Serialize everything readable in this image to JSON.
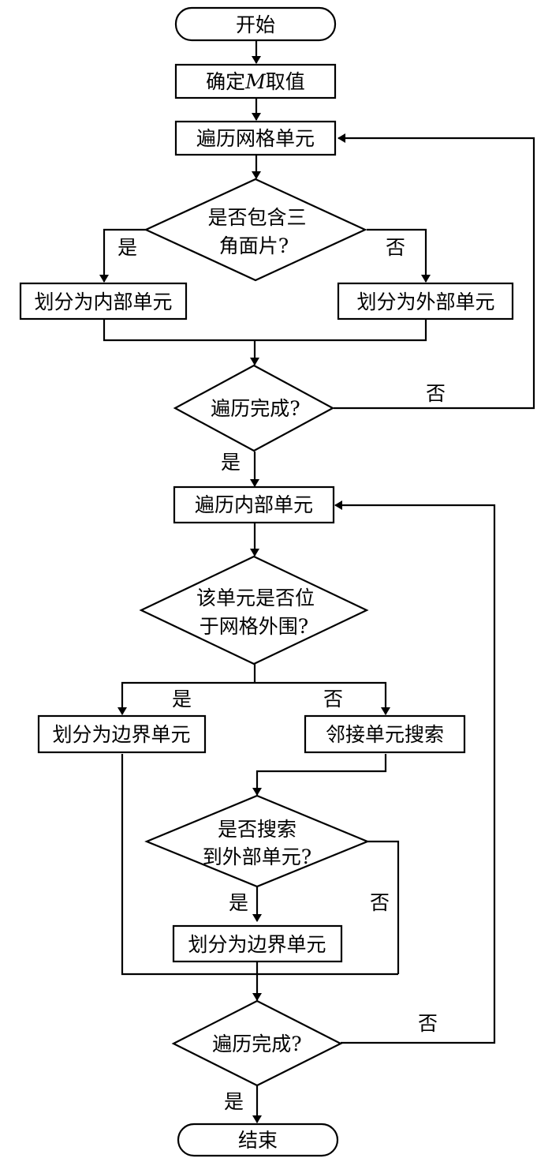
{
  "diagram": {
    "type": "flowchart",
    "nodes": {
      "start": {
        "kind": "terminal",
        "text": "开始"
      },
      "set_m_pre": {
        "kind": "process",
        "text_pre": "确定",
        "text_var": "M",
        "text_post": "取值"
      },
      "traverse_grid": {
        "kind": "process",
        "text": "遍历网格单元"
      },
      "contains_triangle": {
        "kind": "decision",
        "lines": [
          "是否包含三",
          "角面片?"
        ]
      },
      "mark_internal": {
        "kind": "process",
        "text": "划分为内部单元"
      },
      "mark_external": {
        "kind": "process",
        "text": "划分为外部单元"
      },
      "traverse_done_1": {
        "kind": "decision",
        "text": "遍历完成?"
      },
      "traverse_internal": {
        "kind": "process",
        "text": "遍历内部单元"
      },
      "on_periphery": {
        "kind": "decision",
        "lines": [
          "该单元是否位",
          "于网格外围?"
        ]
      },
      "mark_boundary_1": {
        "kind": "process",
        "text": "划分为边界单元"
      },
      "neighbor_search": {
        "kind": "process",
        "text": "邻接单元搜索"
      },
      "found_external": {
        "kind": "decision",
        "lines": [
          "是否搜索",
          "到外部单元?"
        ]
      },
      "mark_boundary_2": {
        "kind": "process",
        "text": "划分为边界单元"
      },
      "traverse_done_2": {
        "kind": "decision",
        "text": "遍历完成?"
      },
      "end": {
        "kind": "terminal",
        "text": "结束"
      }
    },
    "edge_labels": {
      "yes": "是",
      "no": "否"
    },
    "edges": [
      {
        "from": "start",
        "to": "set_m_pre",
        "label": ""
      },
      {
        "from": "set_m_pre",
        "to": "traverse_grid",
        "label": ""
      },
      {
        "from": "traverse_grid",
        "to": "contains_triangle",
        "label": ""
      },
      {
        "from": "contains_triangle",
        "to": "mark_internal",
        "label": "是"
      },
      {
        "from": "contains_triangle",
        "to": "mark_external",
        "label": "否"
      },
      {
        "from": "mark_internal",
        "to": "traverse_done_1",
        "label": ""
      },
      {
        "from": "mark_external",
        "to": "traverse_done_1",
        "label": ""
      },
      {
        "from": "traverse_done_1",
        "to": "traverse_grid",
        "label": "否"
      },
      {
        "from": "traverse_done_1",
        "to": "traverse_internal",
        "label": "是"
      },
      {
        "from": "traverse_internal",
        "to": "on_periphery",
        "label": ""
      },
      {
        "from": "on_periphery",
        "to": "mark_boundary_1",
        "label": "是"
      },
      {
        "from": "on_periphery",
        "to": "neighbor_search",
        "label": "否"
      },
      {
        "from": "neighbor_search",
        "to": "found_external",
        "label": ""
      },
      {
        "from": "found_external",
        "to": "mark_boundary_2",
        "label": "是"
      },
      {
        "from": "found_external",
        "to": "traverse_done_2",
        "label": "否"
      },
      {
        "from": "mark_boundary_1",
        "to": "traverse_done_2",
        "label": ""
      },
      {
        "from": "mark_boundary_2",
        "to": "traverse_done_2",
        "label": ""
      },
      {
        "from": "traverse_done_2",
        "to": "traverse_internal",
        "label": "否"
      },
      {
        "from": "traverse_done_2",
        "to": "end",
        "label": "是"
      }
    ]
  }
}
